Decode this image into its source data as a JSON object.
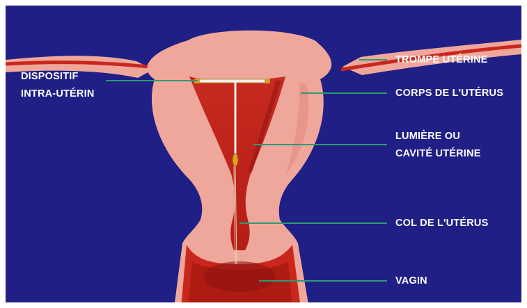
{
  "colors": {
    "background": "#1f1f86",
    "tissue": "#f0a79b",
    "tissue_shade": "#e48f86",
    "cavity": "#c9271e",
    "cavity_dark": "#8f1410",
    "leader_line": "#2e9a72",
    "label_text": "#ffffff"
  },
  "labels": {
    "iud": [
      "DISPOSITIF",
      "INTRA-UTÉRIN"
    ],
    "tube": "TROMPE UTÉRINE",
    "body": "CORPS DE L'UTÉRUS",
    "cavity": [
      "LUMIÈRE OU",
      "CAVITÉ UTÉRINE"
    ],
    "cervix": "COL DE L'UTÉRUS",
    "vagina": "VAGIN"
  }
}
